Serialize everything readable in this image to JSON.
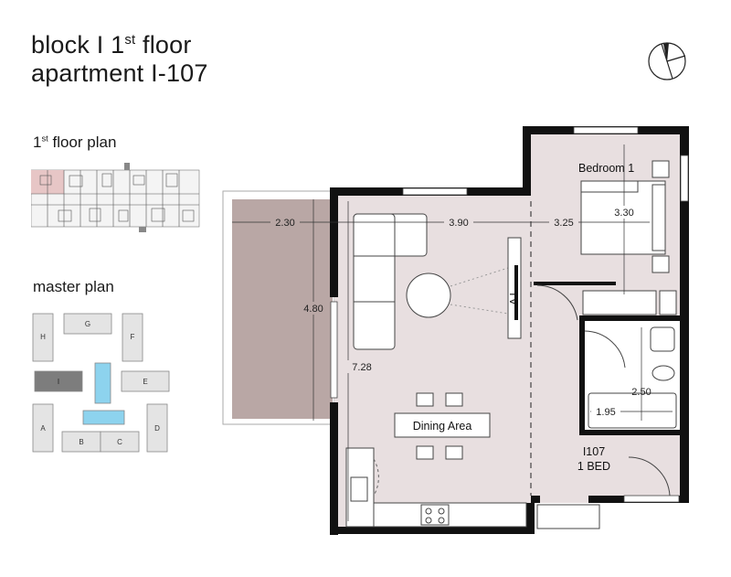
{
  "header": {
    "line1_pre": "block I 1",
    "line1_sup": "st",
    "line1_post": " floor",
    "line2": "apartment I-107"
  },
  "floor_plan_heading": {
    "pre": "1",
    "sup": "st",
    "post": " floor plan"
  },
  "master_plan_heading": "master plan",
  "master_plan_blocks": [
    "G",
    "H",
    "F",
    "I",
    "E",
    "A",
    "B",
    "C",
    "D"
  ],
  "colors": {
    "room_fill": "#e8dfe0",
    "terrace_fill": "#b9a7a5",
    "wall": "#111111",
    "block_grey": "#e4e4e4",
    "block_selected": "#7d7d7d",
    "block_blue": "#8dd3ee"
  },
  "rooms": {
    "bedroom": "Bedroom 1",
    "dining": "Dining Area",
    "tv": "TV",
    "unit_code": "I107",
    "unit_type": "1 BED"
  },
  "dimensions": {
    "terrace_width": "2.30",
    "living_width": "3.90",
    "bedroom_width": "3.25",
    "bed_depth": "3.30",
    "terrace_depth": "4.80",
    "living_depth": "7.28",
    "bath_width": "2.50",
    "bath_tub": "1.95"
  }
}
